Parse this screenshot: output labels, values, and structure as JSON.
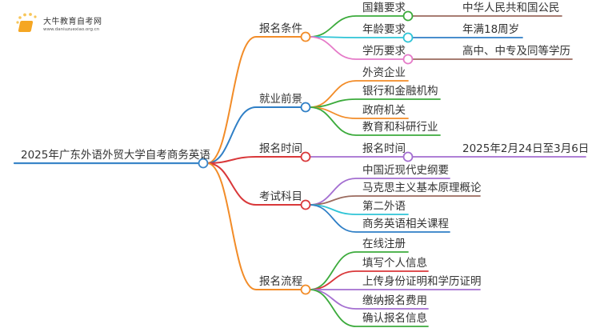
{
  "logo": {
    "name": "大牛教育自考网",
    "url": "www.daniuzuexiao.org.cn"
  },
  "root": {
    "label": "2025年广东外语外贸大学自考商务英语",
    "color": "#3a86c8"
  },
  "branches": [
    {
      "label": "报名条件",
      "color": "#f28c28",
      "children": [
        {
          "label": "国籍要求",
          "color": "#3cab3c",
          "detail": "中华人民共和国公民",
          "detail_color": "#9b6b5e"
        },
        {
          "label": "年龄要求",
          "color": "#2ec4d6",
          "detail": "年满18周岁",
          "detail_color": "#2f7fc6"
        },
        {
          "label": "学历要求",
          "color": "#e57ac8",
          "detail": "高中、中专及同等学历",
          "detail_color": "#9b6b5e"
        }
      ]
    },
    {
      "label": "就业前景",
      "color": "#2f7fc6",
      "children": [
        {
          "label": "外资企业",
          "color": "#f28c28"
        },
        {
          "label": "银行和金融机构",
          "color": "#3cab3c"
        },
        {
          "label": "政府机关",
          "color": "#f28c28"
        },
        {
          "label": "教育和科研行业",
          "color": "#3cab3c"
        }
      ]
    },
    {
      "label": "报名时间",
      "color": "#d9383a",
      "children": [
        {
          "label": "报名时间",
          "color": "#a46fd1",
          "detail": "2025年2月24日至3月6日",
          "detail_color": "#a46fd1"
        }
      ]
    },
    {
      "label": "考试科目",
      "color": "#d9383a",
      "children": [
        {
          "label": "中国近现代史纲要",
          "color": "#a46fd1"
        },
        {
          "label": "马克思主义基本原理概论",
          "color": "#9b6b5e"
        },
        {
          "label": "第二外语",
          "color": "#2ec4d6"
        },
        {
          "label": "商务英语相关课程",
          "color": "#2f7fc6"
        }
      ]
    },
    {
      "label": "报名流程",
      "color": "#f28c28",
      "children": [
        {
          "label": "在线注册",
          "color": "#3cab3c"
        },
        {
          "label": "填写个人信息",
          "color": "#d9383a"
        },
        {
          "label": "上传身份证明和学历证明",
          "color": "#a46fd1"
        },
        {
          "label": "缴纳报名费用",
          "color": "#a46fd1"
        },
        {
          "label": "确认报名信息",
          "color": "#3cab3c"
        }
      ]
    }
  ]
}
